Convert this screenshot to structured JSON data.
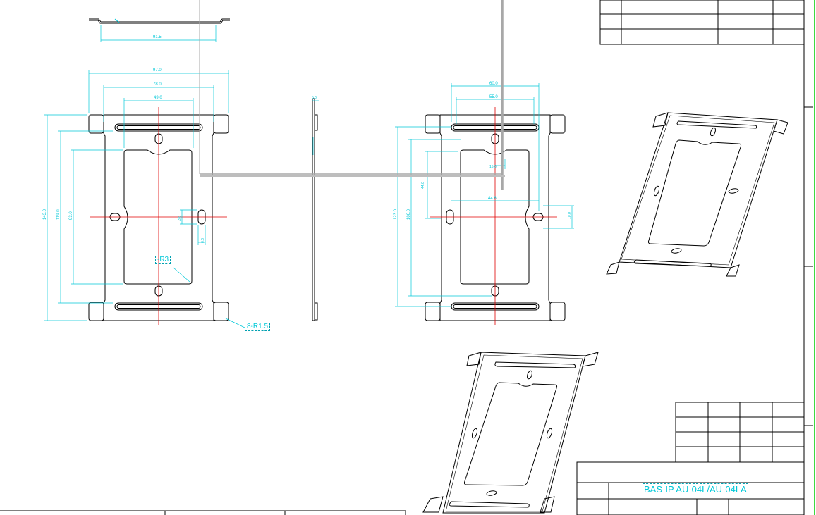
{
  "colors": {
    "part": "#000000",
    "dimension": "#00c8d8",
    "centerline": "#e00000",
    "frame": "#000000",
    "crop": "#a8a8a8",
    "rightEdge": "#00cc00"
  },
  "top_view": {
    "width_dim": "91.5"
  },
  "front_view": {
    "dims": {
      "overall_width": "97.0",
      "slot_span": "78.0",
      "window_width": "49.0",
      "overall_height": "143.0",
      "slot_height": "119.0",
      "window_height": "93.0",
      "small_3": "3.6",
      "small_4": "8.6"
    },
    "notes": {
      "inner_radius": "-R3",
      "corner_radius": "8-R1.5"
    }
  },
  "side_view": {
    "thickness": "5.0"
  },
  "back_view": {
    "dims": {
      "top_60": "60.0",
      "top_55": "55.0",
      "center_offset": "15.0",
      "hole_span": "44.6",
      "height_123": "123.0",
      "height_106": "106.0",
      "height_44": "44.0",
      "side_10": "10.0"
    }
  },
  "title_block": {
    "drawing_name": "BAS-IP AU-04L/AU-04LA"
  }
}
